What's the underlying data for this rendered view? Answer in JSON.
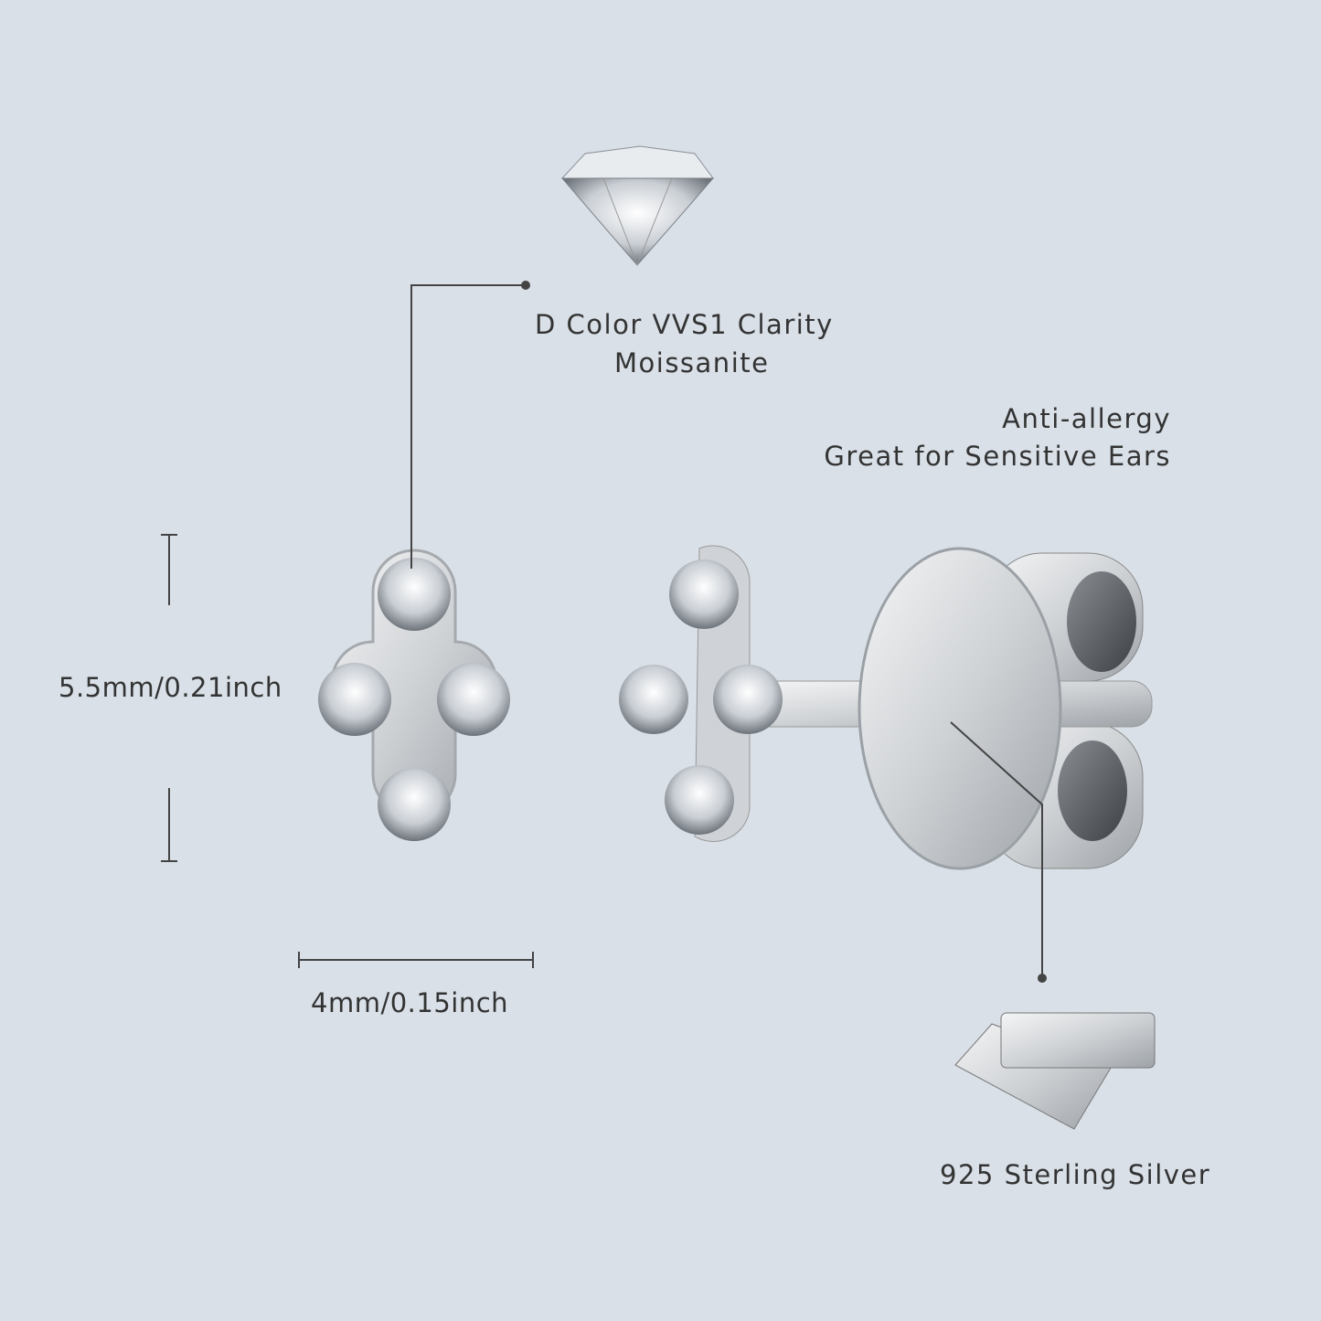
{
  "callouts": {
    "stone_line1": "D Color VVS1 Clarity",
    "stone_line2": "Moissanite",
    "allergy_line1": "Anti-allergy",
    "allergy_line2": "Great for Sensitive Ears",
    "metal": "925 Sterling Silver"
  },
  "dimensions": {
    "height": "5.5mm/0.21inch",
    "width": "4mm/0.15inch"
  },
  "colors": {
    "background": "#d9e0e8",
    "text": "#333333",
    "line": "#444444"
  }
}
